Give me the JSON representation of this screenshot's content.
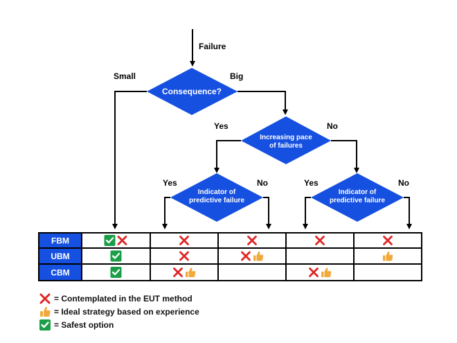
{
  "flow": {
    "start_label": "Failure",
    "consequence": {
      "text": "Consequence?",
      "left_label": "Small",
      "right_label": "Big"
    },
    "pace": {
      "line1": "Increasing pace",
      "line2": "of failures",
      "left_label": "Yes",
      "right_label": "No"
    },
    "indicator_left": {
      "line1": "Indicator of",
      "line2": "predictive failure",
      "left_label": "Yes",
      "right_label": "No"
    },
    "indicator_right": {
      "line1": "Indicator of",
      "line2": "predictive failure",
      "left_label": "Yes",
      "right_label": "No"
    }
  },
  "table": {
    "rows": [
      {
        "label": "FBM",
        "cells": [
          [
            "check",
            "cross"
          ],
          [
            "cross"
          ],
          [
            "cross"
          ],
          [
            "cross"
          ],
          [
            "cross"
          ]
        ]
      },
      {
        "label": "UBM",
        "cells": [
          [
            "check"
          ],
          [
            "cross"
          ],
          [
            "cross",
            "thumb"
          ],
          [],
          [
            "thumb"
          ]
        ]
      },
      {
        "label": "CBM",
        "cells": [
          [
            "check"
          ],
          [
            "cross",
            "thumb"
          ],
          [],
          [
            "cross",
            "thumb"
          ],
          []
        ]
      }
    ]
  },
  "legend": [
    {
      "icon": "cross-icon",
      "text": "= Contemplated in the EUT method"
    },
    {
      "icon": "thumbs-up-icon",
      "text": "= Ideal strategy based on experience"
    },
    {
      "icon": "check-icon",
      "text": "= Safest option"
    }
  ],
  "colors": {
    "diamond": "#1650e0",
    "header_cell": "#1650e0",
    "cross": "#e02424",
    "check_bg": "#1a9e47",
    "thumb": "#f2a93b"
  }
}
